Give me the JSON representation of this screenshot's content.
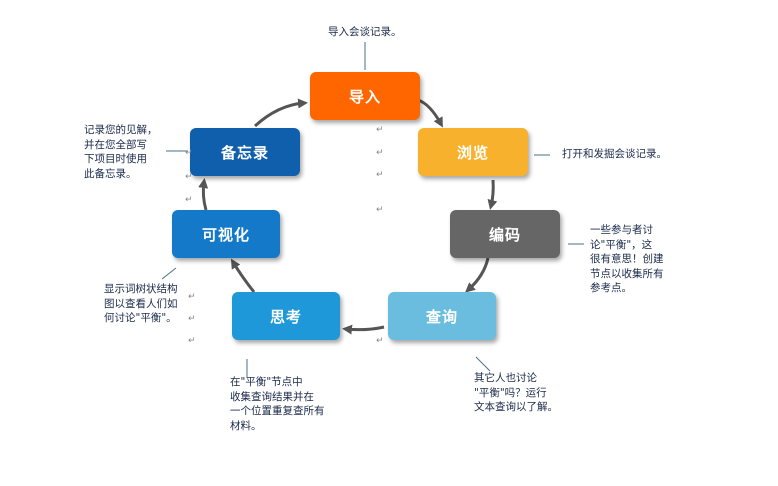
{
  "colors": {
    "import": "#ff6600",
    "browse": "#f7b12c",
    "code": "#666666",
    "query": "#6bbde0",
    "think": "#1e98d8",
    "visualize": "#1479c9",
    "memo": "#0f5fad",
    "arrow": "#555555",
    "line": "#4a6f8a"
  },
  "nodes": {
    "import": "导入",
    "browse": "浏览",
    "code": "编码",
    "query": "查询",
    "think": "思考",
    "visualize": "可视化",
    "memo": "备忘录"
  },
  "notes": {
    "import": "导入会谈记录。",
    "browse": "打开和发掘会谈记录。",
    "code": "一些参与者讨\n论\"平衡\"，这\n很有意思！创建\n节点以收集所有\n参考点。",
    "query": "其它人也讨论\n\"平衡\"吗？运行\n文本查询以了解。",
    "think": "在\"平衡\"节点中\n收集查询结果并在\n一个位置重复查所有\n材料。",
    "visualize": "显示词树状结构\n图以查看人们如\n何讨论\"平衡\"。",
    "memo": "记录您的见解，\n并在您全部写\n下项目时使用\n此备忘录。"
  },
  "marks": {
    "return": "↵"
  }
}
